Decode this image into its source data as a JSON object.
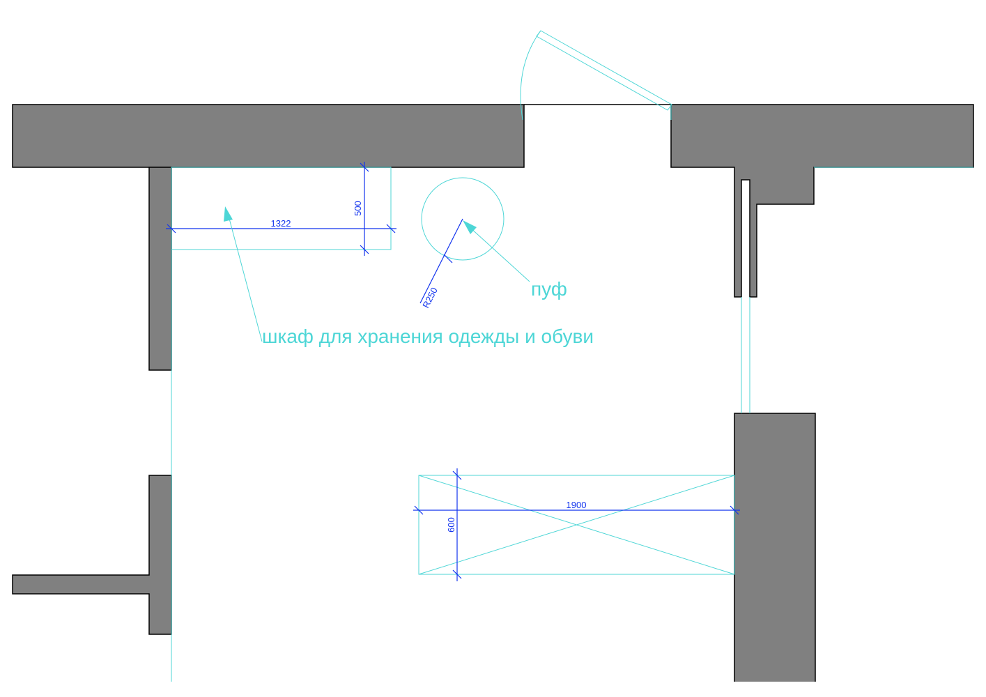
{
  "labels": {
    "wardrobe": "шкаф для хранения одежды и обуви",
    "pouf": "пуф"
  },
  "dimensions": {
    "wardrobe_length": "1322",
    "wardrobe_depth": "500",
    "pouf_radius": "R250",
    "bench_length": "1900",
    "bench_depth": "600"
  },
  "colors": {
    "wall_fill": "#808080",
    "wall_outline": "#000000",
    "annotation": "#4dd6d6",
    "dimension": "#1133ee"
  }
}
